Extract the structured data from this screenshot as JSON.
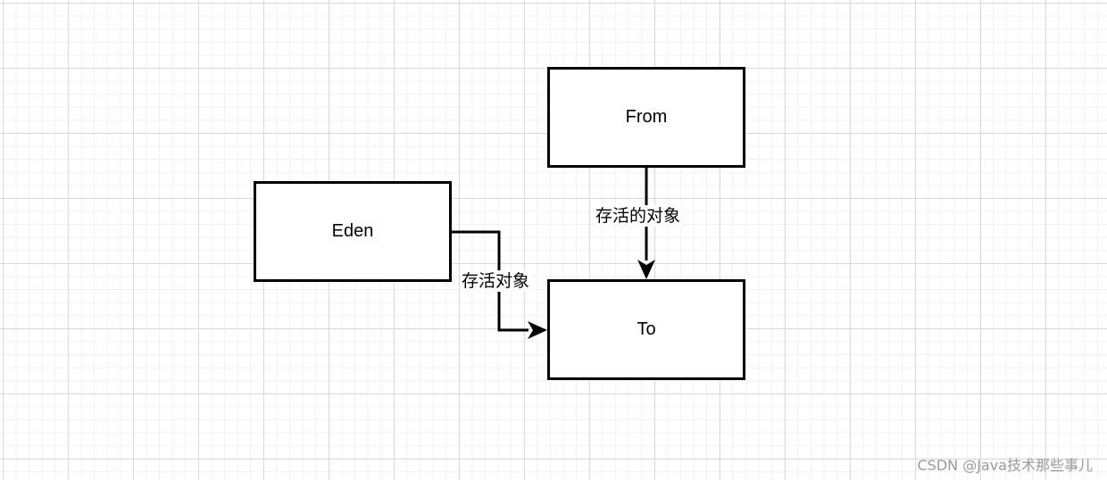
{
  "diagram": {
    "nodes": {
      "from": "From",
      "eden": "Eden",
      "to": "To"
    },
    "edges": {
      "from_to": "存活的对象",
      "eden_to": "存活对象"
    }
  },
  "watermark": "CSDN @Java技术那些事儿",
  "colors": {
    "stroke": "#000000",
    "grid_major": "#d9d9d9",
    "grid_minor": "#f1f1f1",
    "watermark": "#9a9a9a"
  }
}
